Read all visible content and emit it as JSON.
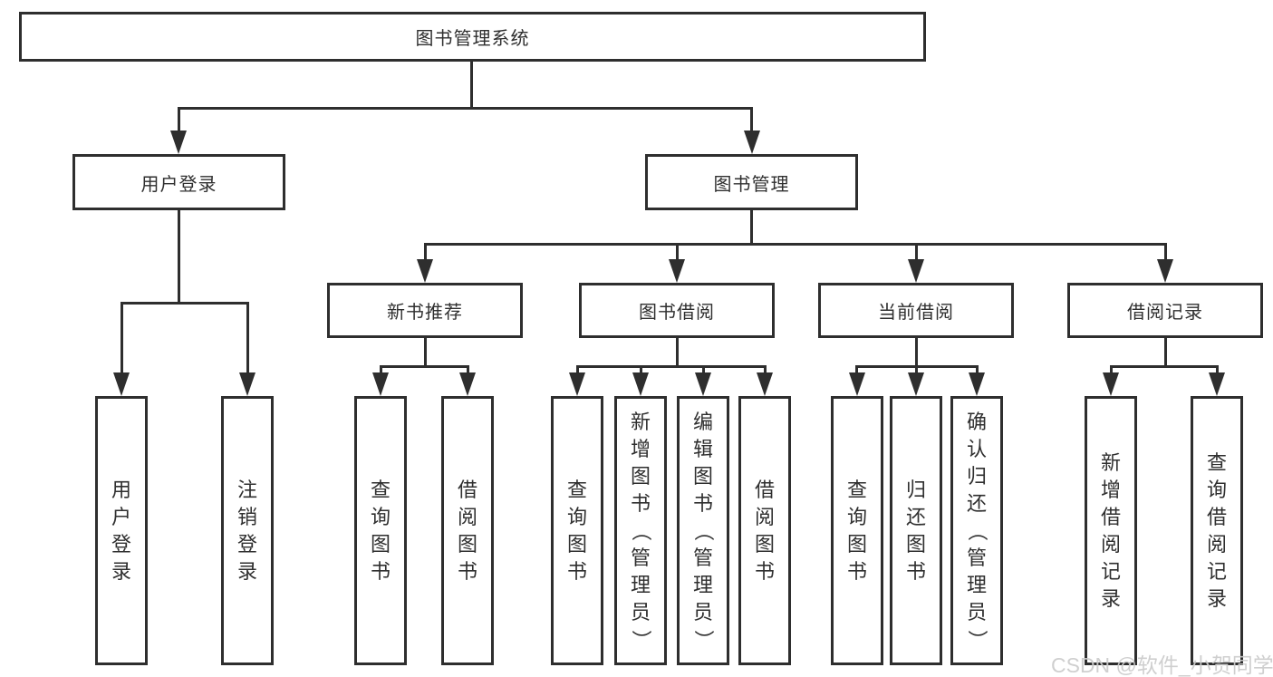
{
  "colors": {
    "line": "#2e2e2e",
    "text": "#2f2f2f",
    "watermark": "#cccccc",
    "background": "#ffffff"
  },
  "watermark": {
    "text": "CSDN @软件_小贺同学"
  },
  "diagram": {
    "title": "图书管理系统",
    "groups": {
      "user_login": {
        "label": "用户登录",
        "children": [
          "用户登录",
          "注销登录"
        ]
      },
      "book_mgmt": {
        "label": "图书管理",
        "sections": [
          {
            "label": "新书推荐",
            "children": [
              "查询图书",
              "借阅图书"
            ]
          },
          {
            "label": "图书借阅",
            "children": [
              "查询图书",
              "新增图书（管理员）",
              "编辑图书（管理员）",
              "借阅图书"
            ]
          },
          {
            "label": "当前借阅",
            "children": [
              "查询图书",
              "归还图书",
              "确认归还（管理员）"
            ]
          },
          {
            "label": "借阅记录",
            "children": [
              "新增借阅记录",
              "查询借阅记录"
            ]
          }
        ]
      }
    }
  }
}
